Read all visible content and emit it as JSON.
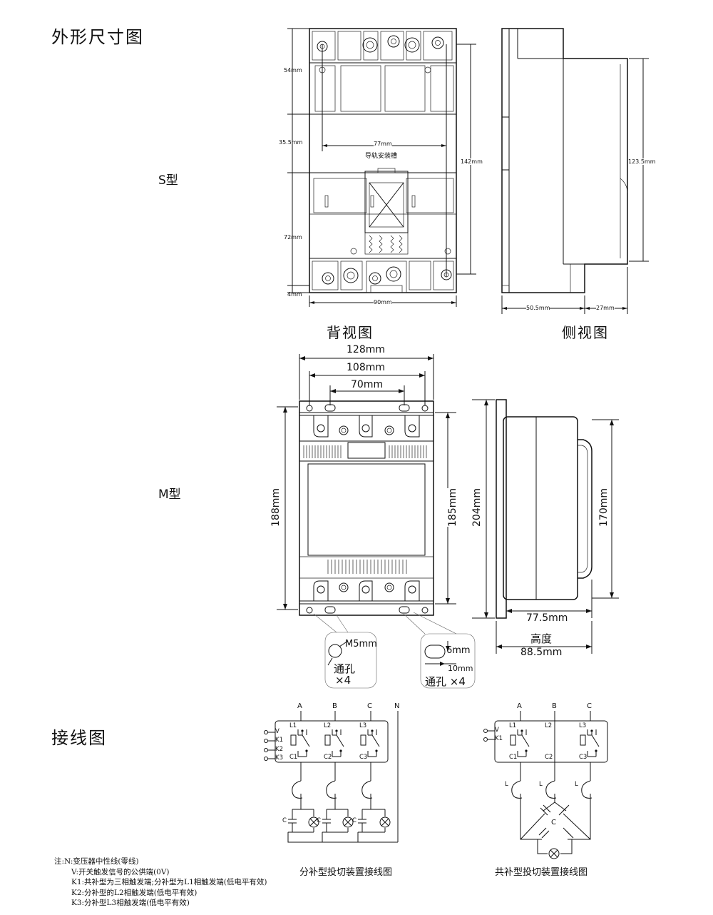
{
  "headings": {
    "dimensions": "外形尺寸图",
    "wiring": "接线图"
  },
  "s_type": {
    "label": "S型",
    "back_view_title": "背视图",
    "side_view_title": "侧视图",
    "dims": {
      "d54": "54mm",
      "d35_5": "35.5mm",
      "d72": "72mm",
      "d4": "4mm",
      "d90": "90mm",
      "d77": "77mm",
      "rail": "导轨安装槽",
      "d142": "142mm",
      "d123_5": "123.5mm",
      "d50_5": "50.5mm",
      "d27": "27mm"
    }
  },
  "m_type": {
    "label": "M型",
    "dims": {
      "d128": "128mm",
      "d108": "108mm",
      "d70": "70mm",
      "d188": "188mm",
      "d185": "185mm",
      "d204": "204mm",
      "d170": "170mm",
      "d77_5": "77.5mm",
      "height": "高度",
      "d88_5": "88.5mm"
    },
    "callout_round": {
      "size": "M5mm",
      "line1": "通孔",
      "line2": "×4"
    },
    "callout_slot": {
      "size": "6mm",
      "size2": "10mm",
      "line1": "通孔 ×4"
    }
  },
  "wiring": {
    "left": {
      "caption": "分补型投切装置接线图",
      "phases": [
        "A",
        "B",
        "C",
        "N"
      ],
      "terminals": [
        "V",
        "K1",
        "K2",
        "K3"
      ],
      "l_labels": [
        "L1",
        "L2",
        "L3"
      ],
      "c_labels": [
        "C1",
        "C2",
        "C3"
      ],
      "cap_label": "C"
    },
    "right": {
      "caption": "共补型投切装置接线图",
      "phases": [
        "A",
        "B",
        "C"
      ],
      "terminals": [
        "V",
        "K1"
      ],
      "l_labels": [
        "L1",
        "L2",
        "L3"
      ],
      "c_labels": [
        "C1",
        "C2",
        "C3"
      ],
      "coil_label": "L",
      "cap_label": "C"
    }
  },
  "notes": [
    "注:N:变压器中性线(零线)",
    "V:开关触发信号的公供端(0V)",
    "K1:共补型为三相触发端;分补型为L1相触发端(低电平有效)",
    "K2:分补型的L2相触发端(低电平有效)",
    "K3:分补型L3相触发端(低电平有效)"
  ]
}
